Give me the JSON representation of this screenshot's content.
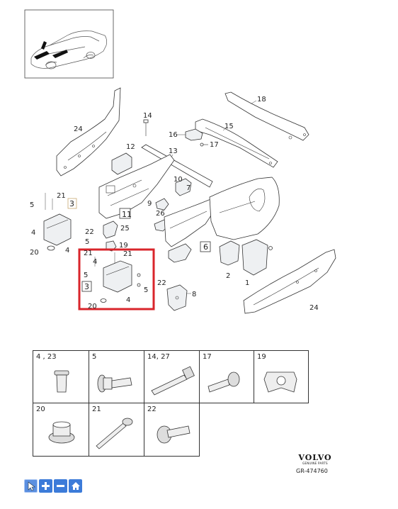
{
  "callouts": {
    "c18": "18",
    "c14": "14",
    "c15": "15",
    "c16": "16",
    "c17": "17",
    "c24a": "24",
    "c12": "12",
    "c13": "13",
    "c10": "10",
    "c7": "7",
    "c9": "9",
    "c26": "26",
    "c11": "11",
    "c21a": "21",
    "c3a": "3",
    "c5a": "5",
    "c4a": "4",
    "c22a": "22",
    "c25": "25",
    "c20a": "20",
    "c4b": "4",
    "c5b": "5",
    "c19": "19",
    "c6": "6",
    "c2": "2",
    "c1": "1",
    "c21b": "21",
    "c21c": "21",
    "c4c": "4",
    "c5c": "5",
    "c3b": "3",
    "c22b": "22",
    "c5d": "5",
    "c4d": "4",
    "c20b": "20",
    "c8": "8",
    "c24b": "24"
  },
  "highlight_color": "#d9252b",
  "legend": {
    "cells": [
      {
        "label": "4 , 23",
        "icon": "rivet-nut-icon"
      },
      {
        "label": "5",
        "icon": "flange-bolt-icon"
      },
      {
        "label": "14, 27",
        "icon": "long-bolt-icon"
      },
      {
        "label": "17",
        "icon": "screw-icon"
      },
      {
        "label": "19",
        "icon": "clip-icon"
      },
      {
        "label": "20",
        "icon": "flange-nut-icon"
      },
      {
        "label": "21",
        "icon": "stud-bolt-icon"
      },
      {
        "label": "22",
        "icon": "hex-flange-bolt-icon"
      }
    ]
  },
  "brand": {
    "logo": "VOLVO",
    "subtitle": "GENUINE PARTS",
    "reference": "GR-474760"
  },
  "toolbar": {
    "buttons": [
      {
        "icon": "pointer-icon"
      },
      {
        "icon": "zoom-in-icon"
      },
      {
        "icon": "zoom-out-icon"
      },
      {
        "icon": "home-icon"
      }
    ],
    "color": "#3c7bd9"
  }
}
